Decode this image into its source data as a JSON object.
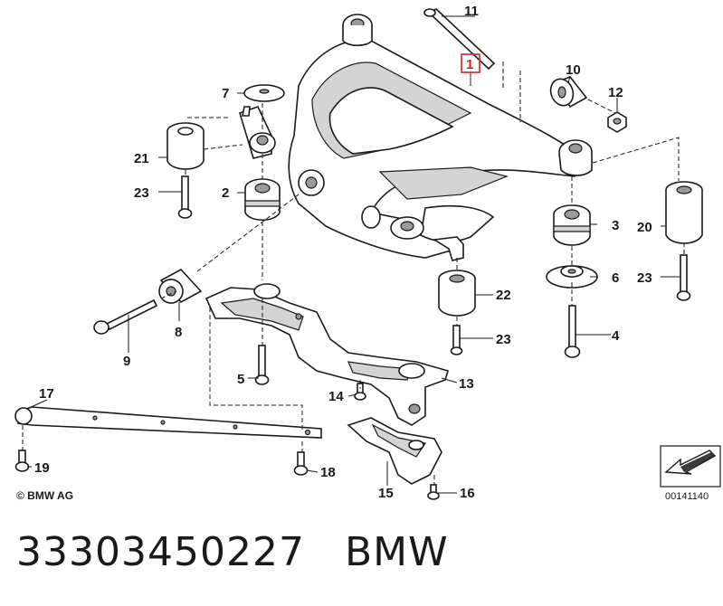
{
  "diagram": {
    "callouts": {
      "c1": "1",
      "c2": "2",
      "c3": "3",
      "c4": "4",
      "c5": "5",
      "c6": "6",
      "c7": "7",
      "c8": "8",
      "c9": "9",
      "c10": "10",
      "c11": "11",
      "c12": "12",
      "c13": "13",
      "c14": "14",
      "c15": "15",
      "c16": "16",
      "c17": "17",
      "c18": "18",
      "c19": "19",
      "c20": "20",
      "c21": "21",
      "c22": "22",
      "c23a": "23",
      "c23b": "23",
      "c23c": "23"
    },
    "highlighted_callout": "1",
    "highlight_color": "#d21f2b",
    "copyright": "© BMW AG",
    "drawing_number": "00141140"
  },
  "footer": {
    "part_number": "33303450227",
    "brand": "BMW"
  }
}
